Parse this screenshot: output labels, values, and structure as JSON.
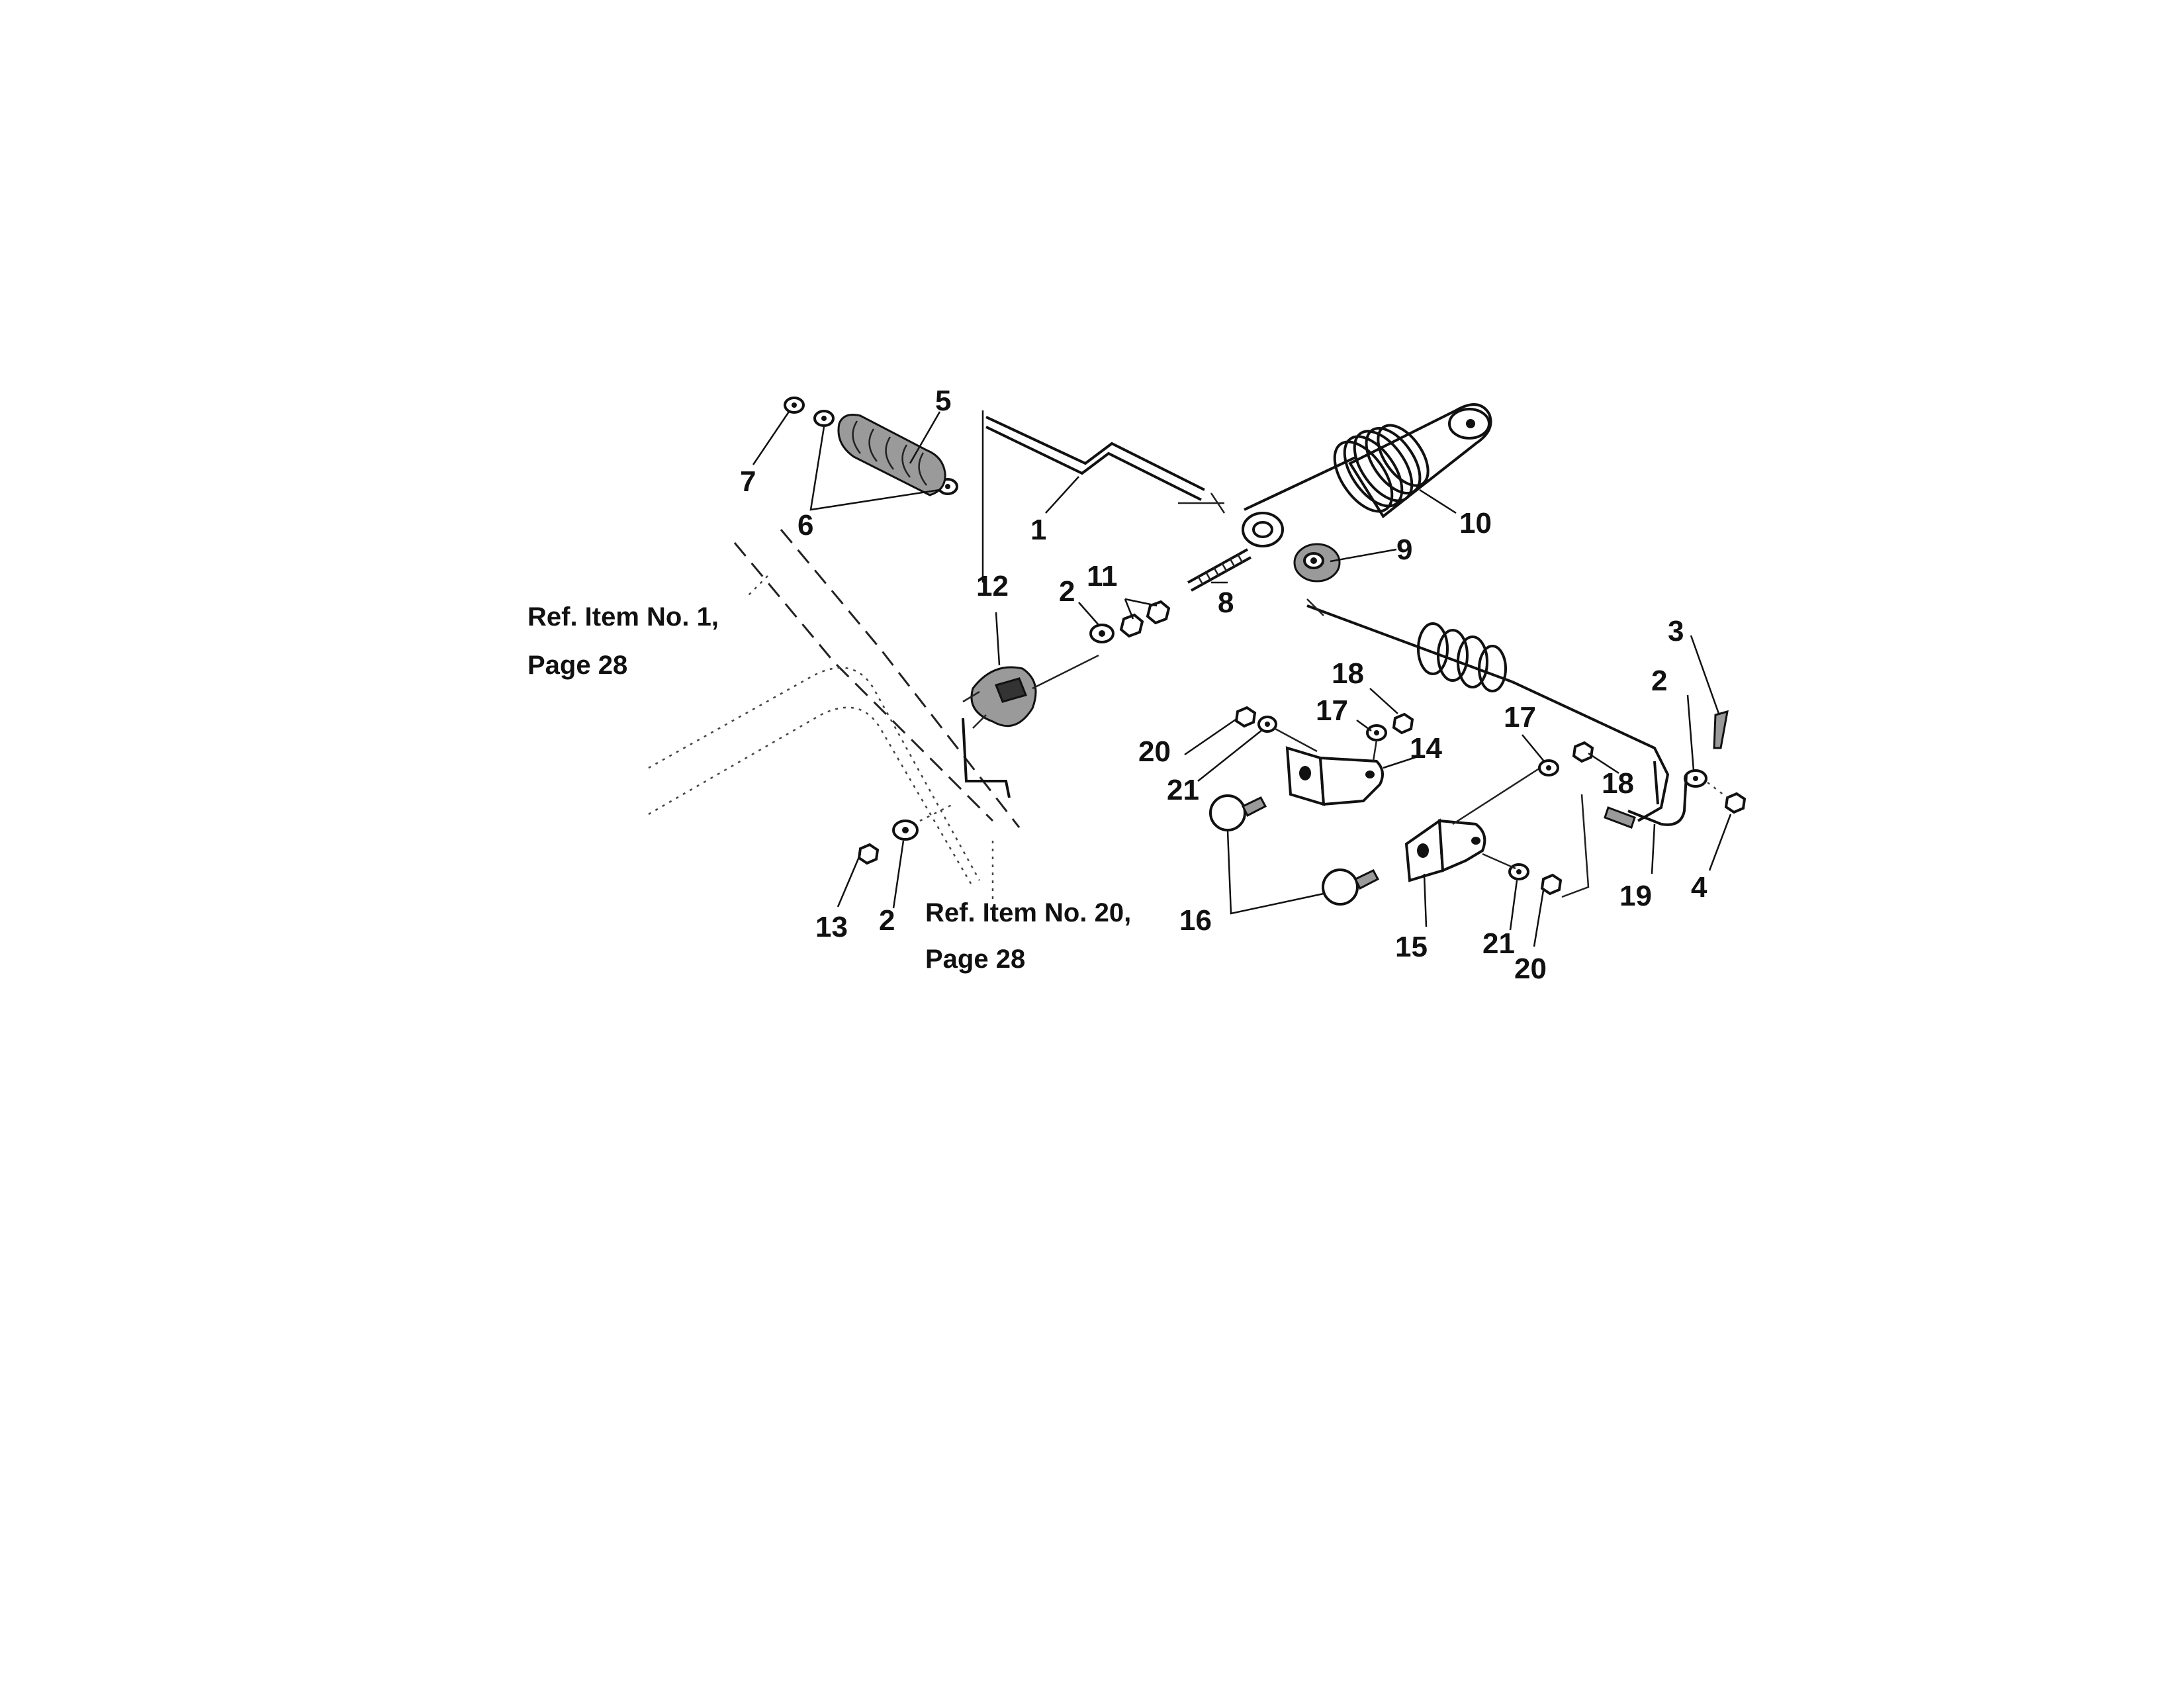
{
  "callouts": [
    "1",
    "2",
    "2",
    "2",
    "3",
    "4",
    "5",
    "6",
    "7",
    "8",
    "9",
    "10",
    "11",
    "12",
    "13",
    "14",
    "15",
    "16",
    "17",
    "17",
    "18",
    "18",
    "19",
    "20",
    "20",
    "21",
    "21"
  ],
  "refs": [
    {
      "line1": "Ref. Item No. 1,",
      "line2": "Page 28"
    },
    {
      "line1": "Ref. Item No. 20,",
      "line2": "Page 28"
    }
  ]
}
